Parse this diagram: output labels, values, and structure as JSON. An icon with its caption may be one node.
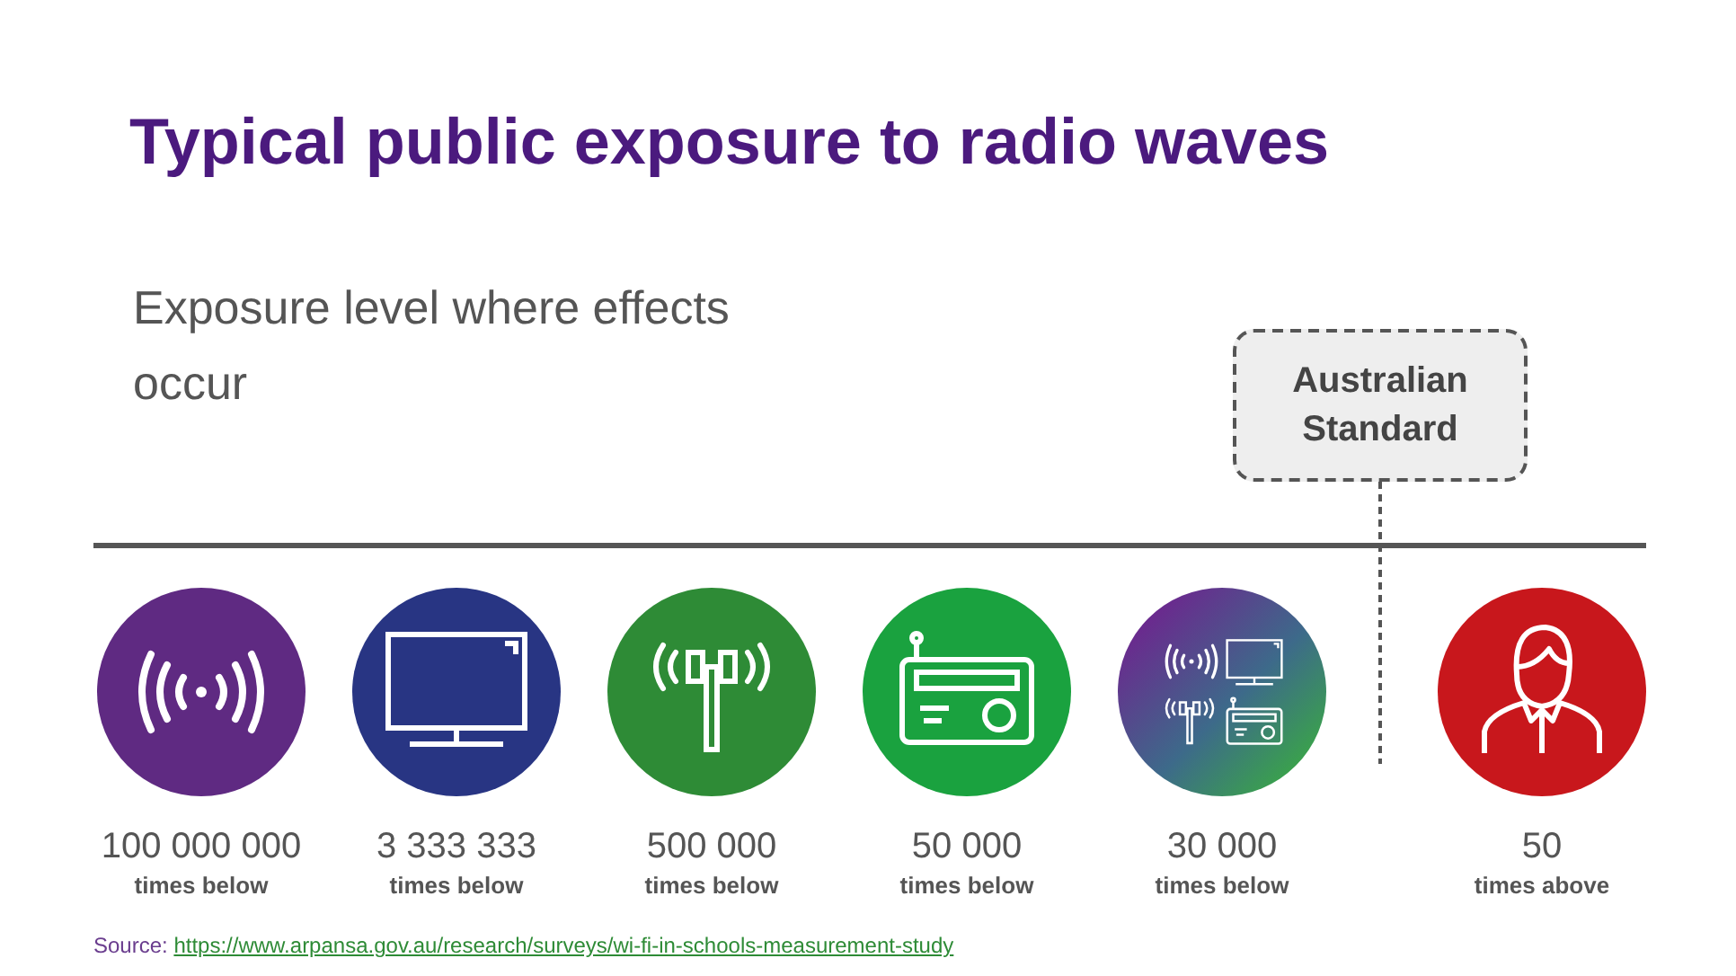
{
  "diagram": {
    "title": "Typical public exposure to radio waves",
    "nodes": [
      {
        "text": [
          "Australian Standard"
        ]
      },
      {
        "text": [],
        "shape": "circle",
        "beside": [
          "100 000 000",
          "times below"
        ]
      },
      {
        "text": [],
        "shape": "circle",
        "beside": [
          "3 333 333",
          "times below"
        ]
      },
      {
        "text": [],
        "shape": "circle",
        "beside": [
          "500 000",
          "times below"
        ]
      },
      {
        "text": [],
        "shape": "circle",
        "beside": [
          "50 000",
          "times below"
        ]
      },
      {
        "text": [],
        "shape": "circle",
        "beside": [
          "30 000",
          "times below"
        ]
      },
      {
        "text": [],
        "shape": "circle",
        "beside": [
          "50",
          "times above"
        ]
      }
    ],
    "edges": [],
    "labels": [
      "Exposure level where effects occur",
      "Source:",
      "https://www.arpansa.gov.au/research/surveys/wi-fi-in-schools-measurement-study"
    ]
  }
}
